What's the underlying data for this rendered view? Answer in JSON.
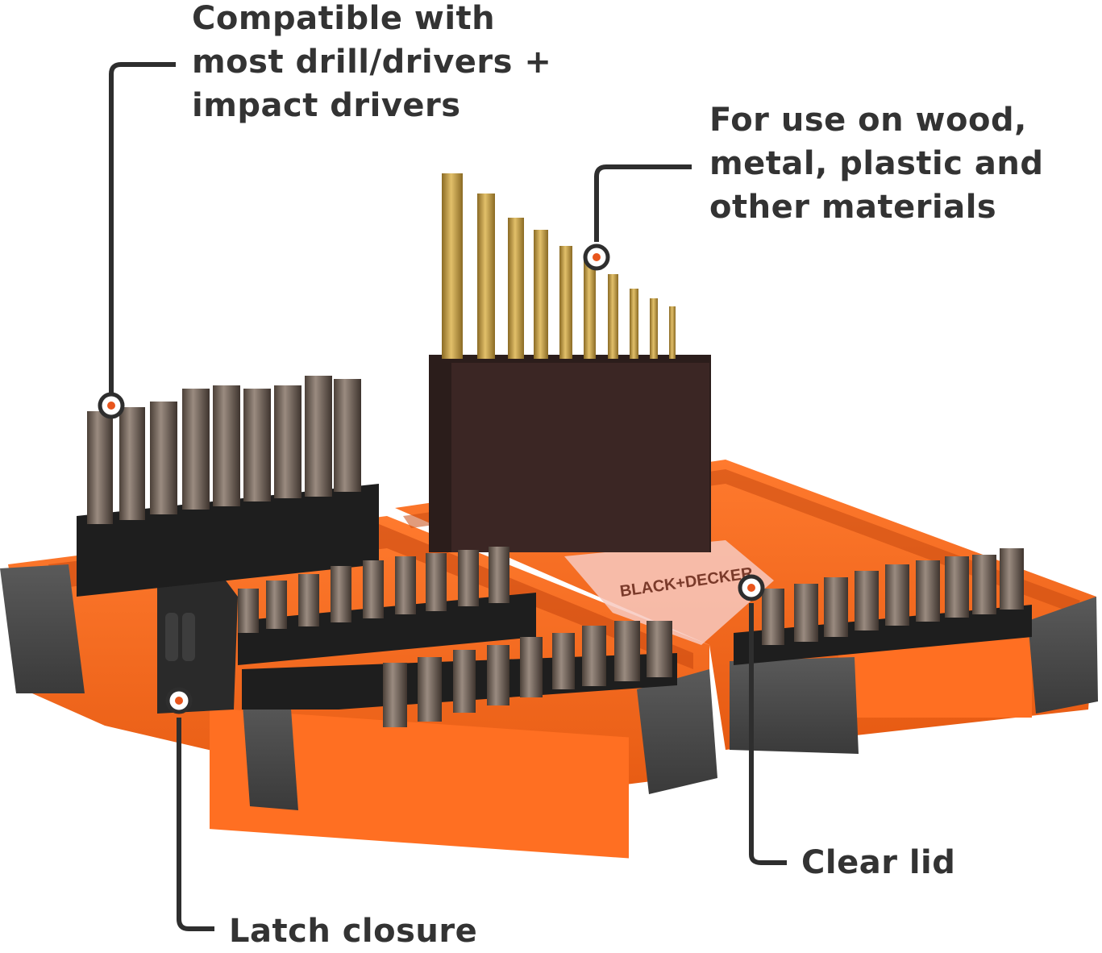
{
  "callouts": {
    "compatibility": {
      "lines": [
        "Compatible with",
        "most drill/drivers +",
        "impact drivers"
      ]
    },
    "materials": {
      "lines": [
        "For use on wood,",
        "metal, plastic and",
        "other materials"
      ]
    },
    "latch": {
      "label": "Latch closure"
    },
    "lid": {
      "label": "Clear lid"
    }
  },
  "product": {
    "brand_on_lid": "BLACK+DECKER",
    "items": [
      "driving-bits",
      "drill-bits",
      "hex-bits",
      "screwdriver-bits",
      "storage-case"
    ]
  },
  "colors": {
    "text": "#333333",
    "leader_line": "#2e2e2e",
    "marker_dot": "#e8551c",
    "case_orange": "#f26522",
    "case_grey": "#4a4a4a",
    "drill_bit_gold": "#c9a04a"
  }
}
